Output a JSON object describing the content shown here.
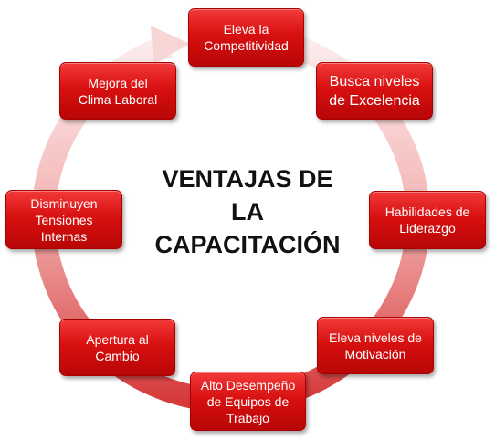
{
  "diagram": {
    "center_title_lines": [
      "VENTAJAS DE",
      "LA",
      "CAPACITACIÓN"
    ],
    "items": [
      {
        "id": "b1",
        "lines": [
          "Eleva la",
          "Competitividad"
        ]
      },
      {
        "id": "b2",
        "lines": [
          "Busca niveles",
          "de Excelencia"
        ]
      },
      {
        "id": "b3",
        "lines": [
          "Habilidades de",
          "Liderazgo"
        ]
      },
      {
        "id": "b4",
        "lines": [
          "Eleva niveles de",
          "Motivación"
        ]
      },
      {
        "id": "b5",
        "lines": [
          "Alto Desempeño",
          "de Equipos de",
          "Trabajo"
        ]
      },
      {
        "id": "b6",
        "lines": [
          "Apertura al",
          "Cambio"
        ]
      },
      {
        "id": "b7",
        "lines": [
          "Disminuyen",
          "Tensiones",
          "Internas"
        ]
      },
      {
        "id": "b8",
        "lines": [
          "Mejora del",
          "Clima Laboral"
        ]
      }
    ],
    "colors": {
      "box_top": "#f23a3a",
      "box_bottom": "#b80606",
      "ring_light": "#fbe0e0",
      "ring_dark": "#d63a3a",
      "title": "#111111"
    }
  }
}
